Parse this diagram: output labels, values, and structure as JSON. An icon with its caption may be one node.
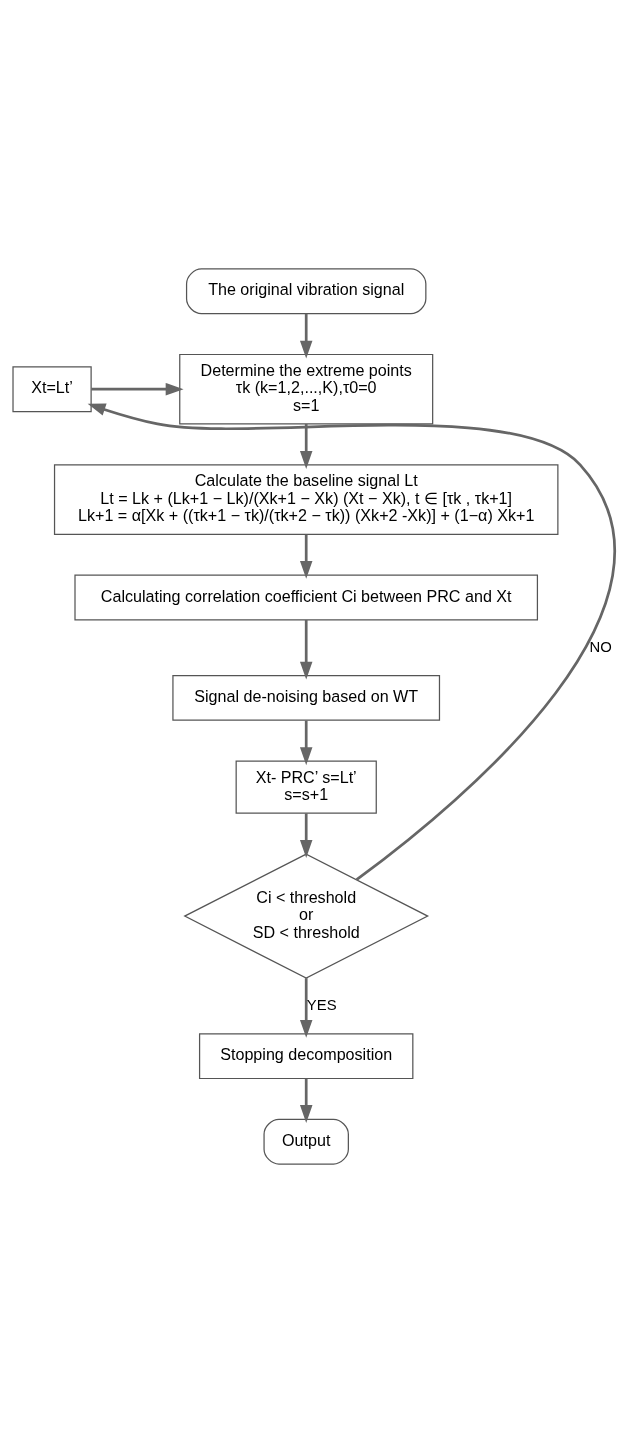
{
  "diagram": {
    "nodes": [
      {
        "text": [
          "The original vibration signal"
        ]
      },
      {
        "text": [
          "Xt=Lt’"
        ]
      },
      {
        "text": [
          "Determine the extreme points",
          "τk (k=1,2,...,K),τ0=0",
          "s=1"
        ]
      },
      {
        "text": [
          "Calculate the baseline signal Lt",
          "Lt = Lk + (Lk+1 − Lk)/(Xk+1 − Xk) (Xt − Xk), t ∈ [τk , τk+1]",
          "Lk+1 = α[Xk + ((τk+1 − τk)/(τk+2 − τk)) (Xk+2 -Xk)] + (1−α) Xk+1"
        ]
      },
      {
        "text": [
          "Calculating correlation coefficient Ci between PRC and Xt"
        ]
      },
      {
        "text": [
          "Signal de-noising based on WT"
        ]
      },
      {
        "text": [
          "Xt- PRC’ s=Lt’",
          "s=s+1"
        ]
      },
      {
        "text": [
          "Ci < threshold",
          "or",
          "SD < threshold"
        ]
      },
      {
        "text": [
          "Stopping decomposition"
        ]
      },
      {
        "text": [
          "Output"
        ]
      }
    ],
    "edges": [
      {
        "from": 0,
        "to": 2,
        "arrow": "to"
      },
      {
        "from": 2,
        "to": 3,
        "arrow": "to"
      },
      {
        "from": 3,
        "to": 4,
        "arrow": "to"
      },
      {
        "from": 4,
        "to": 5,
        "arrow": "to"
      },
      {
        "from": 5,
        "to": 6,
        "arrow": "to"
      },
      {
        "from": 6,
        "to": 7,
        "arrow": "to"
      },
      {
        "from": 7,
        "to": 1,
        "arrow": "to",
        "label": "NO"
      },
      {
        "from": 1,
        "to": 2,
        "arrow": "to"
      },
      {
        "from": 7,
        "to": 8,
        "arrow": "to",
        "label": "YES"
      },
      {
        "from": 8,
        "to": 9,
        "arrow": "to"
      }
    ]
  }
}
